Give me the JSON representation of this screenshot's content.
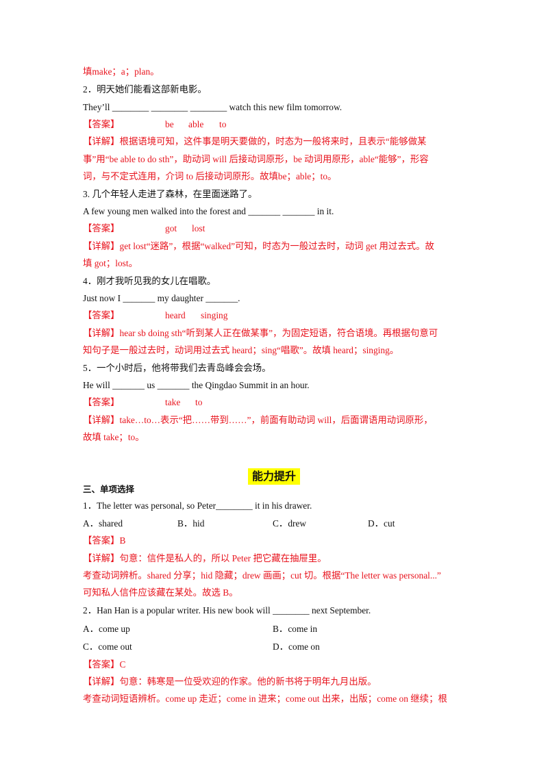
{
  "lines": {
    "l01": "填make；a；plan。",
    "l02": "2．明天她们能看这部新电影。",
    "l03": "They’ll ________ ________ ________ watch this new film tomorrow.",
    "l04_label": "【答案】",
    "l04_v1": "be",
    "l04_v2": "able",
    "l04_v3": "to",
    "l05": "【详解】根据语境可知，这件事是明天要做的，时态为一般将来时，且表示“能够做某",
    "l06": "事”用“be able to do sth”，助动词 will 后接动词原形，be 动词用原形，able“能够”，形容",
    "l07": "词，与不定式连用，介词 to 后接动词原形。故填be；able；to。",
    "l08": "3. 几个年轻人走进了森林，在里面迷路了。",
    "l09": "A few young men walked into the forest and _______ _______ in it.",
    "l10_label": "【答案】",
    "l10_v1": "got",
    "l10_v2": "lost",
    "l11": "【详解】get lost“迷路”，根据“walked”可知，时态为一般过去时，动词 get 用过去式。故",
    "l12": "填 got；lost。",
    "l13": "4．刚才我听见我的女儿在唱歌。",
    "l14": "Just now I _______ my daughter _______.",
    "l15_label": "【答案】",
    "l15_v1": "heard",
    "l15_v2": "singing",
    "l16": "【详解】hear sb doing sth“听到某人正在做某事”，为固定短语，符合语境。再根据句意可",
    "l17": "知句子是一般过去时，动词用过去式 heard；sing“唱歌”。故填 heard；singing。",
    "l18": "5．一个小时后，他将带我们去青岛峰会会场。",
    "l19": "He will _______ us _______ the Qingdao Summit in an hour.",
    "l20_label": "【答案】",
    "l20_v1": "take",
    "l20_v2": "to",
    "l21": "【详解】take…to…表示“把……带到……”，前面有助动词 will，后面谓语用动词原形，",
    "l22": "故填 take；to。",
    "title": "能力提升",
    "sec": "三、单项选择",
    "q1": "1．The letter was personal, so Peter________ it in his drawer.",
    "q1_a": "A．shared",
    "q1_b": "B．hid",
    "q1_c": "C．drew",
    "q1_d": "D．cut",
    "q1_ans": "【答案】B",
    "q1_e1": "【详解】句意：信件是私人的，所以 Peter 把它藏在抽屉里。",
    "q1_e2": "考查动词辨析。shared 分享；hid 隐藏；drew 画画；cut 切。根据“The letter was personal...”",
    "q1_e3": "可知私人信件应该藏在某处。故选 B。",
    "q2": "2．Han Han is a popular writer. His new book will ________ next September.",
    "q2_a": "A．come up",
    "q2_b": "B．come in",
    "q2_c": "C．come out",
    "q2_d": "D．come on",
    "q2_ans": "【答案】C",
    "q2_e1": "【详解】句意：韩寒是一位受欢迎的作家。他的新书将于明年九月出版。",
    "q2_e2": "考查动词短语辨析。come up 走近；come in 进来；come out 出来，出版；come on 继续；根"
  },
  "colors": {
    "answer": "#e8131d",
    "highlight": "#ffff00",
    "text": "#111111"
  }
}
